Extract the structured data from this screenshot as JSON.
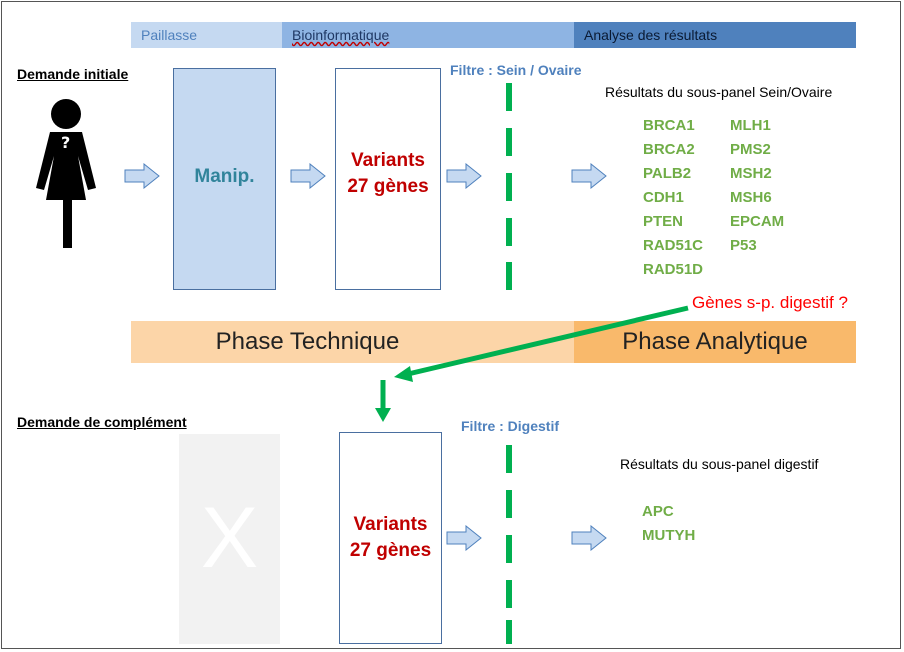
{
  "header": {
    "seg1": "Paillasse",
    "seg2": "Bioinformatique",
    "seg3": "Analyse des résultats"
  },
  "initial": {
    "title": "Demande initiale",
    "manip": "Manip.",
    "variants_line1": "Variants",
    "variants_line2": "27 gènes",
    "filter": "Filtre : Sein / Ovaire",
    "results_title": "Résultats du sous-panel Sein/Ovaire",
    "genes_col1": [
      "BRCA1",
      "BRCA2",
      "PALB2",
      "CDH1",
      "PTEN",
      "RAD51C",
      "RAD51D"
    ],
    "genes_col2": [
      "MLH1",
      "PMS2",
      "MSH2",
      "MSH6",
      "EPCAM",
      "P53"
    ]
  },
  "question": "Gènes s-p. digestif ?",
  "phases": {
    "technique": "Phase Technique",
    "analytique": "Phase Analytique"
  },
  "complement": {
    "title": "Demande de complément",
    "cross": "X",
    "variants_line1": "Variants",
    "variants_line2": "27 gènes",
    "filter": "Filtre : Digestif",
    "results_title": "Résultats du sous-panel digestif",
    "genes": [
      "APC",
      "MUTYH"
    ]
  },
  "colors": {
    "header1": "#c5d9f1",
    "header2": "#8eb4e3",
    "header3": "#4f81bd",
    "phase1": "#fcd5a8",
    "phase2": "#f9b96b",
    "gene_green": "#70ad47",
    "variants_red": "#c00000",
    "filter_blue": "#4f81bd",
    "dash_green": "#00b050"
  },
  "icons": [
    "person-icon",
    "right-arrow-icon",
    "connector-arrow-icon"
  ]
}
